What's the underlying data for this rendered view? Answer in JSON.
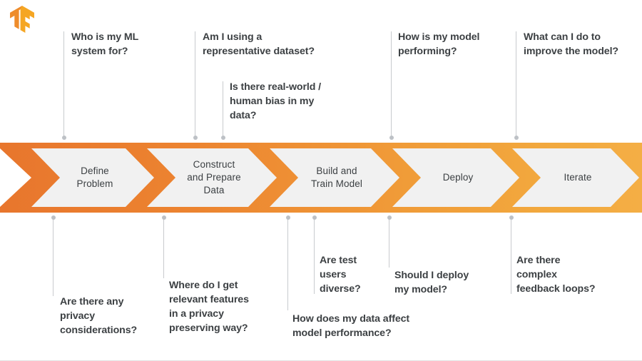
{
  "logo": {
    "name": "tensorflow-logo",
    "color_light": "#EE8C2B",
    "color_dark": "#F5A623"
  },
  "theme": {
    "banner_start": "#E8762D",
    "banner_end": "#F2A93E",
    "chevron_fill": "#F1F1F1",
    "text": "#3C4043",
    "connector": "#BDC1C6"
  },
  "banner": {
    "stages": [
      {
        "label": "Define\nProblem",
        "line1": "Define",
        "line2": "Problem",
        "line3": ""
      },
      {
        "label": "Construct and Prepare Data",
        "line1": "Construct",
        "line2": "and Prepare",
        "line3": "Data"
      },
      {
        "label": "Build and Train Model",
        "line1": "Build and",
        "line2": "Train Model",
        "line3": ""
      },
      {
        "label": "Deploy",
        "line1": "Deploy",
        "line2": "",
        "line3": ""
      },
      {
        "label": "Iterate",
        "line1": "Iterate",
        "line2": "",
        "line3": ""
      }
    ]
  },
  "questions_above": [
    {
      "id": "who-is-my-ml-system-for",
      "line1": "Who is my ML",
      "line2": "system for?",
      "line3": ""
    },
    {
      "id": "representative-dataset",
      "line1": "Am I using a",
      "line2": "representative dataset?",
      "line3": ""
    },
    {
      "id": "real-world-human-bias",
      "line1": "Is there real-world /",
      "line2": "human bias in my",
      "line3": "data?"
    },
    {
      "id": "model-performing",
      "line1": "How is my model",
      "line2": "performing?",
      "line3": ""
    },
    {
      "id": "improve-the-model",
      "line1": "What can I do to",
      "line2": "improve the model?",
      "line3": ""
    }
  ],
  "questions_below": [
    {
      "id": "privacy-considerations",
      "line1": "Are there any",
      "line2": "privacy",
      "line3": "considerations?"
    },
    {
      "id": "relevant-features-privacy",
      "line1": "Where do I get",
      "line2": "relevant features",
      "line3": "in a privacy",
      "line4": "preserving way?"
    },
    {
      "id": "data-affect-model-performance",
      "line1": "How does my data affect",
      "line2": "model performance?",
      "line3": ""
    },
    {
      "id": "test-users-diverse",
      "line1": "Are test",
      "line2": "users",
      "line3": "diverse?"
    },
    {
      "id": "should-i-deploy",
      "line1": "Should I deploy",
      "line2": "my model?",
      "line3": ""
    },
    {
      "id": "complex-feedback-loops",
      "line1": "Are there",
      "line2": "complex",
      "line3": "feedback loops?"
    }
  ]
}
